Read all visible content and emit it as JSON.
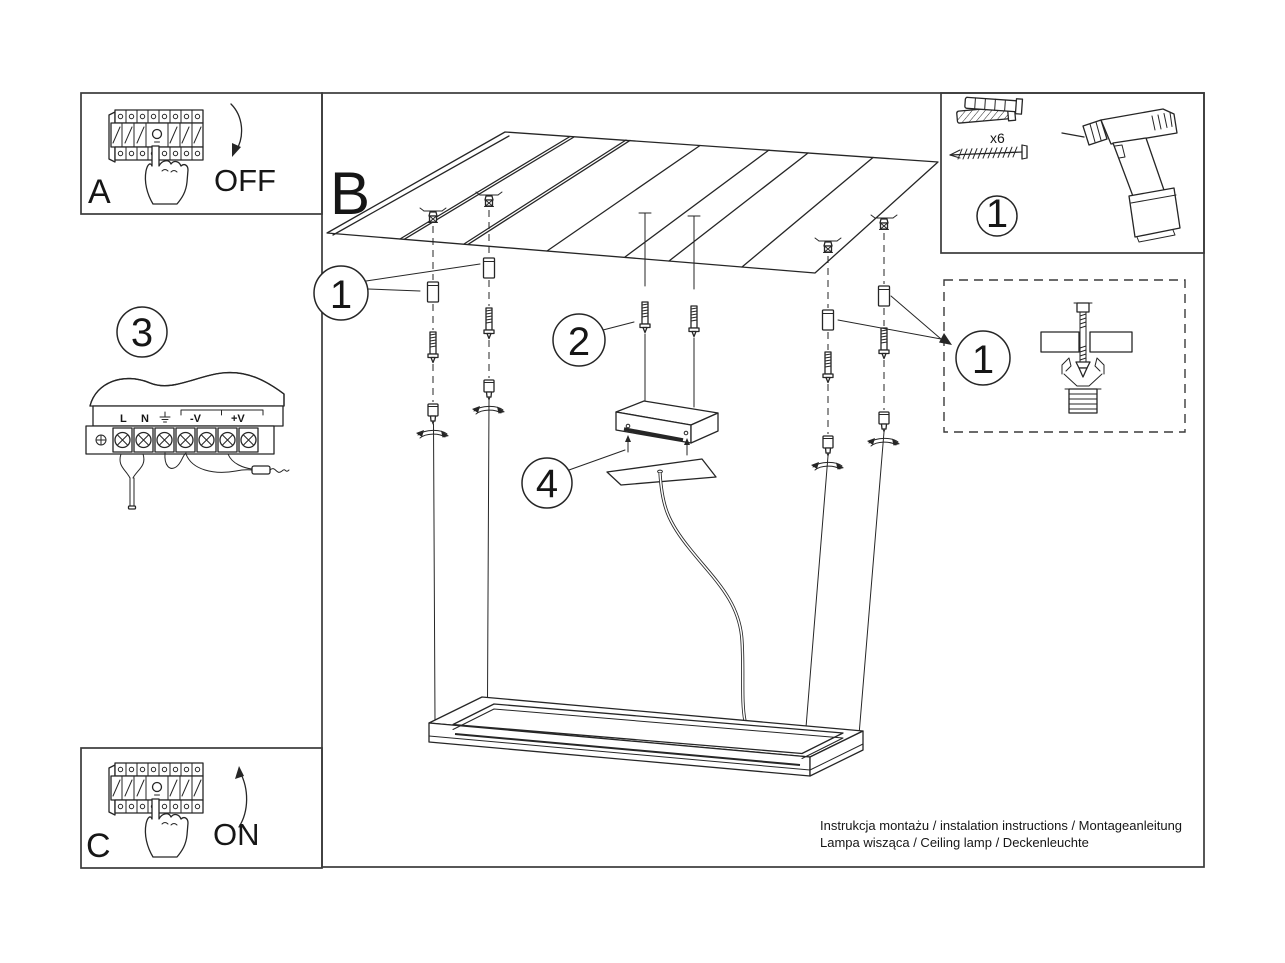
{
  "panels": {
    "power_off": {
      "label": "A",
      "action": "OFF"
    },
    "overview": {
      "label": "B"
    },
    "wiring": {
      "step": "3"
    },
    "power_on": {
      "label": "C",
      "action": "ON"
    },
    "tools": {
      "step": "1",
      "anchor_quantity": "x6"
    },
    "anchor_detail": {
      "step": "1"
    }
  },
  "callouts": {
    "anchors": "1",
    "screws": "2",
    "canopy": "4"
  },
  "wiring": {
    "labels": {
      "live": "L",
      "neutral": "N",
      "minus": "-V",
      "plus": "+V"
    },
    "ground_icon": "earth-ground-icon"
  },
  "icons": [
    "circuit-breaker-icon",
    "pressing-hand-icon",
    "arrow-down-icon",
    "arrow-up-icon",
    "wall-plug-icon",
    "screw-icon",
    "drill-icon",
    "ceiling-bracket-icon",
    "cable-gripper-icon",
    "rotate-arrow-icon",
    "driver-box-icon",
    "canopy-plate-icon",
    "lamp-frame-icon",
    "anchor-cross-section-icon"
  ],
  "footer": {
    "line1": "Instrukcja montażu / instalation instructions / Montageanleitung",
    "line2": "Lampa wisząca / Ceiling lamp / Deckenleuchte"
  },
  "colors": {
    "line": "#262626",
    "background": "#ffffff"
  }
}
